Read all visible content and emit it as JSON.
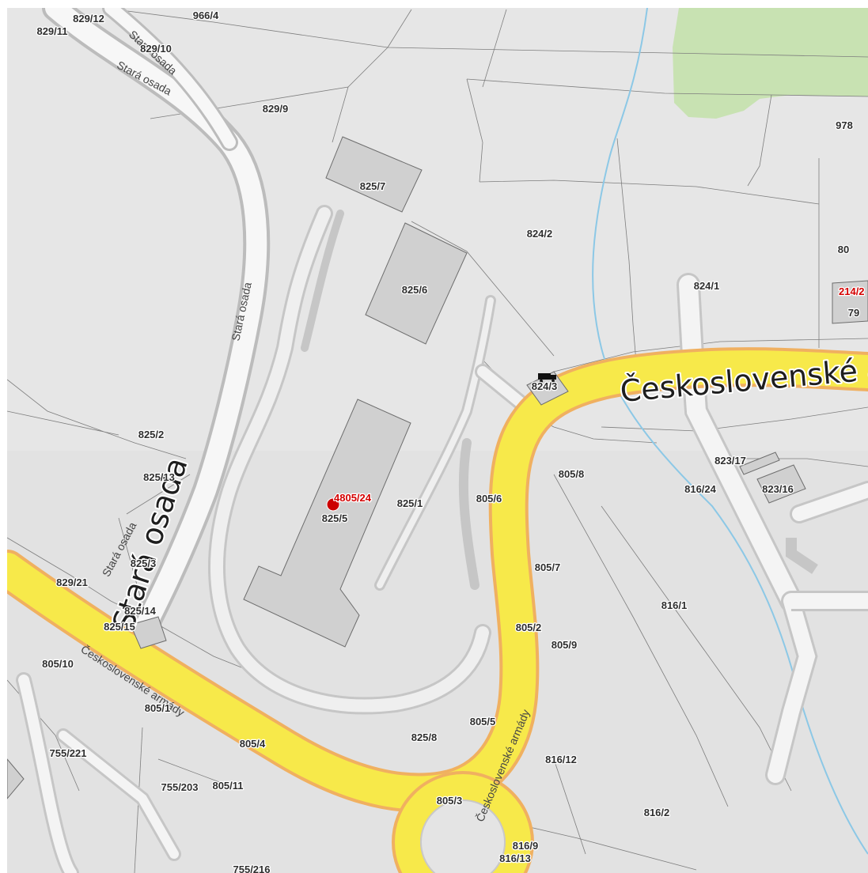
{
  "colors": {
    "background": "#e6e6e6",
    "background_bottom": "#e1e1e1",
    "forest": "#c8e2b2",
    "major_road_fill": "#f7e94a",
    "major_road_casing": "#f0b060",
    "minor_road_fill": "#f6f6f6",
    "minor_road_casing": "#c4c4c4",
    "building_fill": "#d0d0d0",
    "building_stroke": "#6d6d6d",
    "stream": "#8cc8e6",
    "parcel_label": "#2e2e2e",
    "highlight_label": "#d40000",
    "marker": "#cc0000"
  },
  "parcels": [
    {
      "id": "829/12"
    },
    {
      "id": "966/4"
    },
    {
      "id": "829/11"
    },
    {
      "id": "829/10"
    },
    {
      "id": "829/9"
    },
    {
      "id": "978"
    },
    {
      "id": "825/7"
    },
    {
      "id": "824/2"
    },
    {
      "id": "80"
    },
    {
      "id": "825/6"
    },
    {
      "id": "824/1"
    },
    {
      "id": "214/2",
      "highlight": true
    },
    {
      "id": "79"
    },
    {
      "id": "824/3"
    },
    {
      "id": "825/2"
    },
    {
      "id": "823/17"
    },
    {
      "id": "825/13"
    },
    {
      "id": "805/8"
    },
    {
      "id": "816/24"
    },
    {
      "id": "823/16"
    },
    {
      "id": "4805/24",
      "highlight": true
    },
    {
      "id": "825/1"
    },
    {
      "id": "805/6"
    },
    {
      "id": "825/5"
    },
    {
      "id": "825/3"
    },
    {
      "id": "805/7"
    },
    {
      "id": "829/21"
    },
    {
      "id": "825/14"
    },
    {
      "id": "816/1"
    },
    {
      "id": "825/15"
    },
    {
      "id": "805/2"
    },
    {
      "id": "805/9"
    },
    {
      "id": "805/10"
    },
    {
      "id": "805/1"
    },
    {
      "id": "805/5"
    },
    {
      "id": "825/8"
    },
    {
      "id": "805/4"
    },
    {
      "id": "755/221"
    },
    {
      "id": "816/12"
    },
    {
      "id": "755/203"
    },
    {
      "id": "805/11"
    },
    {
      "id": "805/3"
    },
    {
      "id": "816/2"
    },
    {
      "id": "816/9"
    },
    {
      "id": "816/13"
    },
    {
      "id": "755/216"
    }
  ],
  "streets": [
    {
      "name": "Stará osada"
    },
    {
      "name": "Stará osada"
    },
    {
      "name": "Stará osada"
    },
    {
      "name": "Stará osada"
    },
    {
      "name": "Stará osada"
    },
    {
      "name": "Československé armády"
    },
    {
      "name": "Československé armády"
    },
    {
      "name": "Československé armády"
    }
  ],
  "marker": {
    "label": "4805/24",
    "icon": "location-dot-icon"
  },
  "building_icon": "truck-icon"
}
